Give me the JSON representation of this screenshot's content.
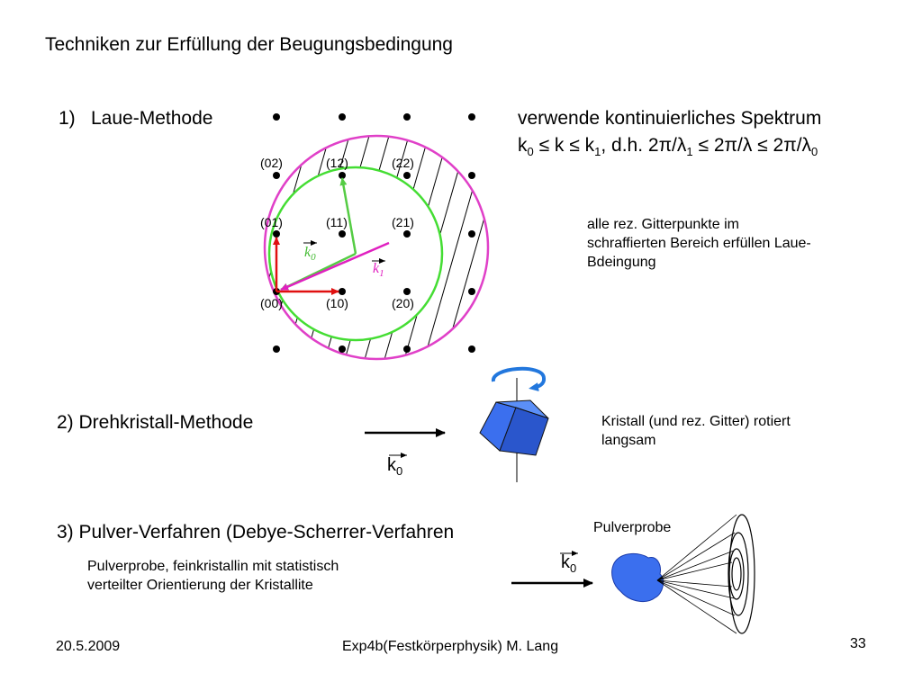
{
  "title": "Techniken zur Erfüllung der Beugungsbedingung",
  "laue": {
    "number": "1)",
    "heading": "Laue-Methode",
    "spectrum_line1": "verwende kontinuierliches Spektrum",
    "spectrum_line2": "k0 ≤ k ≤ k1, d.h. 2π/λ1 ≤ 2π/λ ≤ 2π/λ0",
    "note": "alle rez. Gitterpunkte im schraffierten Bereich erfüllen Laue-Bdeingung",
    "lattice_labels": {
      "l02": "(02)",
      "l12": "(12)",
      "l22": "(22)",
      "l01": "(01)",
      "l11": "(11)",
      "l21": "(21)",
      "l00": "(00)",
      "l10": "(10)",
      "l20": "(20)"
    },
    "k0_label": "k",
    "k0_sub": "0",
    "k1_label": "k",
    "k1_sub": "1",
    "colors": {
      "large_circle": "#e040c8",
      "small_circle": "#44dd33",
      "red_vectors": "#e01010",
      "k1_vector": "#e020c0",
      "k0_vector": "#55cc44"
    }
  },
  "drehkristall": {
    "heading": "2) Drehkristall-Methode",
    "k_label": "k",
    "k_sub": "0",
    "note": "Kristall (und rez. Gitter) rotiert langsam",
    "colors": {
      "cube": "#3366ee",
      "rotation_arrow": "#2277dd"
    }
  },
  "pulver": {
    "heading": "3) Pulver-Verfahren (Debye-Scherrer-Verfahren",
    "label": "Pulverprobe",
    "k_label": "k",
    "k_sub": "0",
    "note": "Pulverprobe, feinkristallin mit statistisch verteilter Orientierung der Kristallite",
    "colors": {
      "sample": "#3366ee"
    }
  },
  "footer": {
    "date": "20.5.2009",
    "center": "Exp4b(Festkörperphysik) M. Lang",
    "page": "33"
  }
}
